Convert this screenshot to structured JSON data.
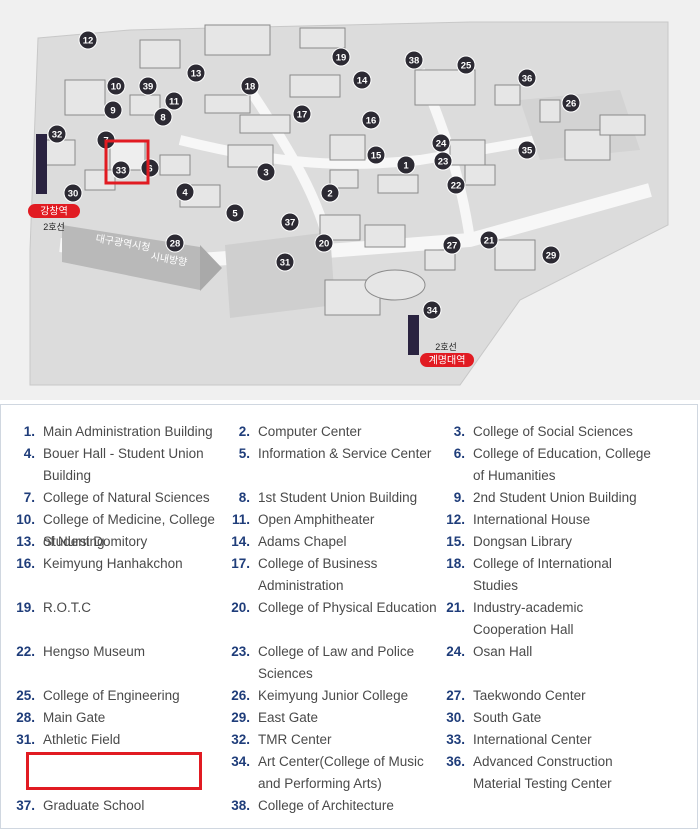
{
  "map": {
    "stations": [
      {
        "name": "강창역",
        "line": "2호선"
      },
      {
        "name": "계명대역",
        "line": "2호선"
      }
    ],
    "road_labels": [
      "대구광역시청",
      "시내방향"
    ],
    "markers": [
      {
        "n": "1"
      },
      {
        "n": "2"
      },
      {
        "n": "3"
      },
      {
        "n": "4"
      },
      {
        "n": "5"
      },
      {
        "n": "6"
      },
      {
        "n": "7"
      },
      {
        "n": "8"
      },
      {
        "n": "9"
      },
      {
        "n": "10"
      },
      {
        "n": "11"
      },
      {
        "n": "12"
      },
      {
        "n": "13"
      },
      {
        "n": "14"
      },
      {
        "n": "15"
      },
      {
        "n": "16"
      },
      {
        "n": "17"
      },
      {
        "n": "18"
      },
      {
        "n": "19"
      },
      {
        "n": "20"
      },
      {
        "n": "21"
      },
      {
        "n": "22"
      },
      {
        "n": "23"
      },
      {
        "n": "24"
      },
      {
        "n": "25"
      },
      {
        "n": "26"
      },
      {
        "n": "27"
      },
      {
        "n": "28"
      },
      {
        "n": "29"
      },
      {
        "n": "30"
      },
      {
        "n": "31"
      },
      {
        "n": "32"
      },
      {
        "n": "33"
      },
      {
        "n": "34"
      },
      {
        "n": "35"
      },
      {
        "n": "36"
      },
      {
        "n": "37"
      },
      {
        "n": "38"
      },
      {
        "n": "39"
      }
    ],
    "highlight_marker": "33"
  },
  "legend": [
    {
      "num": "1.",
      "name": "Main Administration Building"
    },
    {
      "num": "2.",
      "name": "Computer Center"
    },
    {
      "num": "3.",
      "name": "College of Social Sciences"
    },
    {
      "num": "4.",
      "name": "Bouer Hall - Student Union Building"
    },
    {
      "num": "5.",
      "name": "Information & Service Center"
    },
    {
      "num": "6.",
      "name": "College of Education, College of Humanities"
    },
    {
      "num": "7.",
      "name": "College of Natural Sciences"
    },
    {
      "num": "8.",
      "name": "1st Student Union Building"
    },
    {
      "num": "9.",
      "name": "2nd Student Union Building"
    },
    {
      "num": "10.",
      "name": "College of Medicine, College of Nursing"
    },
    {
      "num": "11.",
      "name": "Open Amphitheater"
    },
    {
      "num": "12.",
      "name": "International House"
    },
    {
      "num": "13.",
      "name": "Student Domitory"
    },
    {
      "num": "14.",
      "name": "Adams Chapel"
    },
    {
      "num": "15.",
      "name": "Dongsan Library"
    },
    {
      "num": "16.",
      "name": "Keimyung Hanhakchon"
    },
    {
      "num": "17.",
      "name": "College of Business Administration"
    },
    {
      "num": "18.",
      "name": "College of International Studies"
    },
    {
      "num": "19.",
      "name": "R.O.T.C"
    },
    {
      "num": "20.",
      "name": "College of Physical Education"
    },
    {
      "num": "21.",
      "name": "Industry-academic Cooperation Hall"
    },
    {
      "num": "22.",
      "name": "Hengso Museum"
    },
    {
      "num": "23.",
      "name": "College of Law and Police Sciences"
    },
    {
      "num": "24.",
      "name": "Osan Hall"
    },
    {
      "num": "25.",
      "name": "College of Engineering"
    },
    {
      "num": "26.",
      "name": "Keimyung Junior College"
    },
    {
      "num": "27.",
      "name": "Taekwondo Center"
    },
    {
      "num": "28.",
      "name": "Main Gate"
    },
    {
      "num": "29.",
      "name": "East Gate"
    },
    {
      "num": "30.",
      "name": "South Gate"
    },
    {
      "num": "31.",
      "name": "Athletic Field"
    },
    {
      "num": "32.",
      "name": "TMR Center"
    },
    {
      "num": "33.",
      "name": "International Center"
    },
    {
      "num": "34.",
      "name": "Art Center(College of Music and Performing Arts)"
    },
    {
      "num": "36.",
      "name": "Advanced Construction Material Testing Center"
    },
    {
      "num": "37.",
      "name": "Graduate School"
    },
    {
      "num": "38.",
      "name": "College of Architecture"
    }
  ],
  "colors": {
    "marker": "#2c2a33",
    "station": "#e11b22",
    "highlight": "#e11b22",
    "legend_number": "#1f3d7a",
    "legend_text": "#4a4a4a"
  }
}
